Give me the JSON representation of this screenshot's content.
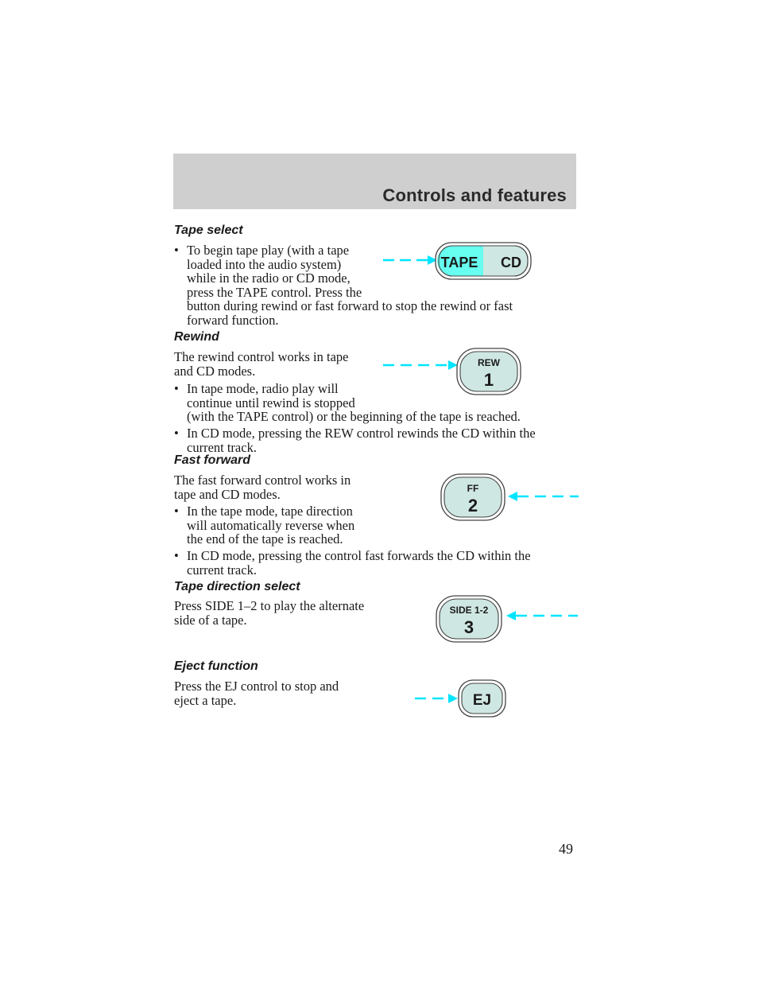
{
  "header": {
    "title": "Controls and features"
  },
  "page_number": "49",
  "sections": {
    "tape_select": {
      "heading": "Tape select",
      "bullet_lines": [
        "To begin tape play (with a tape",
        "loaded into the audio system)",
        "while in the radio or CD mode,",
        "press the TAPE control. Press the",
        "button during rewind or fast forward to stop the rewind or fast",
        "forward function."
      ]
    },
    "rewind": {
      "heading": "Rewind",
      "intro_lines": [
        "The rewind control works in tape",
        "and CD modes."
      ],
      "bullet1_lines": [
        "In tape mode, radio play will",
        "continue until rewind is stopped",
        "(with the TAPE control) or the beginning of the tape is reached."
      ],
      "bullet2_lines": [
        "In CD mode, pressing the REW control rewinds the CD within the",
        "current track."
      ]
    },
    "fast_forward": {
      "heading": "Fast forward",
      "intro_lines": [
        "The fast forward control works in",
        "tape and CD modes."
      ],
      "bullet1_lines": [
        "In the tape mode, tape direction",
        "will automatically reverse when",
        "the end of the tape is reached."
      ],
      "bullet2_lines": [
        "In CD mode, pressing the control fast forwards the CD within the",
        "current track."
      ]
    },
    "tape_direction": {
      "heading": "Tape direction select",
      "intro_lines": [
        "Press SIDE 1–2 to play the alternate",
        "side of a tape."
      ]
    },
    "eject": {
      "heading": "Eject function",
      "intro_lines": [
        "Press the EJ control to stop and",
        "eject a tape."
      ]
    }
  },
  "buttons": {
    "tape_cd": {
      "left": "TAPE",
      "right": "CD"
    },
    "rew": {
      "label": "REW",
      "number": "1"
    },
    "ff": {
      "label": "FF",
      "number": "2"
    },
    "side": {
      "label": "SIDE 1-2",
      "number": "3"
    },
    "ej": {
      "label": "EJ"
    }
  },
  "bullet_symbol": "•",
  "colors": {
    "header_bg": "#cfcfcf",
    "button_fill": "#cfe7e2",
    "highlight": "#66fff0",
    "arrow": "#00e5ff"
  }
}
